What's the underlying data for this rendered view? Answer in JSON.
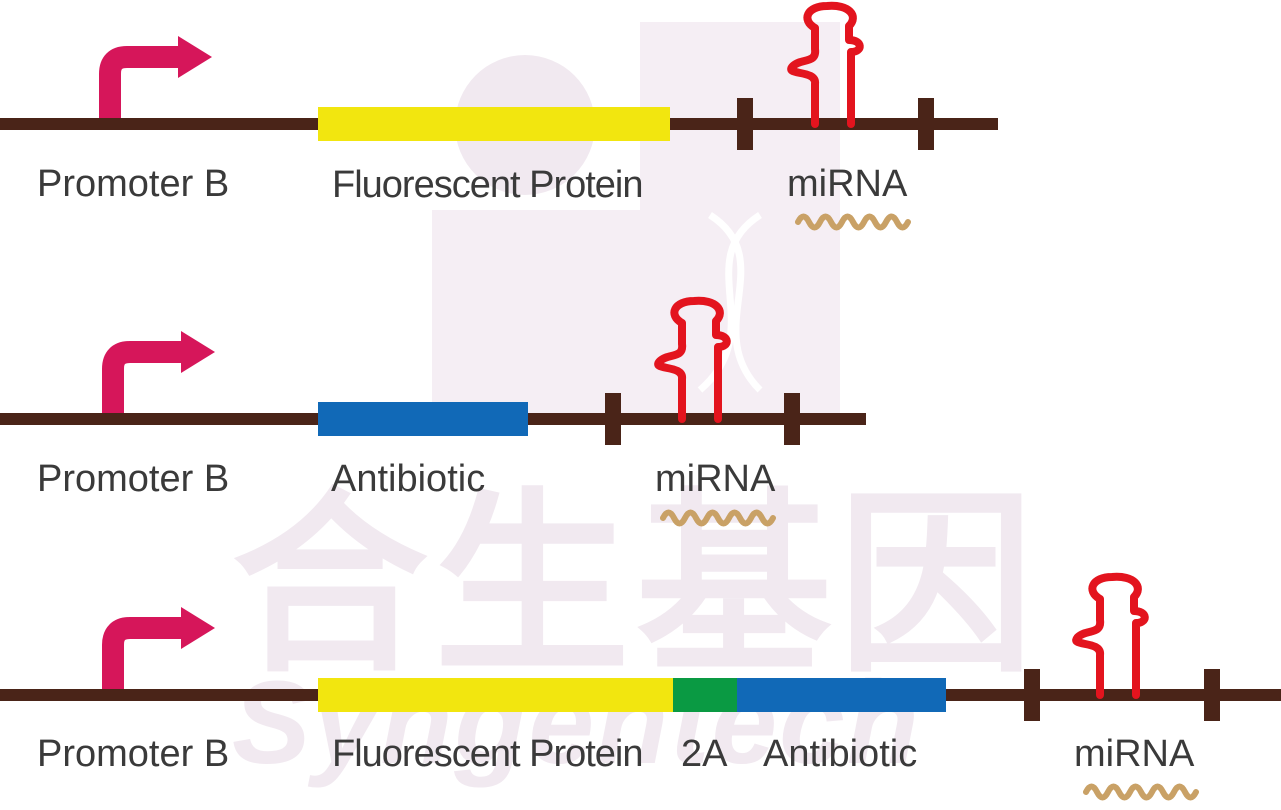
{
  "watermark": {
    "chinese_text": "合生基因",
    "latin_text": "Syngentech",
    "color": "#f1e9f0"
  },
  "colors": {
    "backbone": "#4a2418",
    "promoter_arrow": "#d6165a",
    "fluorescent_protein": "#f2e60f",
    "antibiotic": "#1169b7",
    "two_a": "#0a9a43",
    "mirna_hairpin": "#e3141e",
    "mirna_wave": "#c9a166"
  },
  "constructs": [
    {
      "promoter_label": "Promoter B",
      "segments": [
        {
          "name": "fluorescent-protein",
          "label": "Fluorescent Protein"
        }
      ],
      "mirna_label": "miRNA"
    },
    {
      "promoter_label": "Promoter B",
      "segments": [
        {
          "name": "antibiotic",
          "label": "Antibiotic"
        }
      ],
      "mirna_label": "miRNA"
    },
    {
      "promoter_label": "Promoter B",
      "segments": [
        {
          "name": "fluorescent-protein",
          "label": "Fluorescent Protein"
        },
        {
          "name": "2a",
          "label": "2A"
        },
        {
          "name": "antibiotic",
          "label": "Antibiotic"
        }
      ],
      "mirna_label": "miRNA"
    }
  ]
}
